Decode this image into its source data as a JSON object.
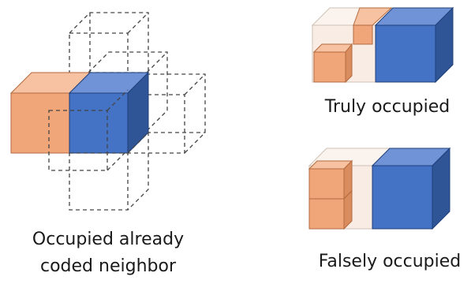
{
  "captions": {
    "left_line1": "Occupied already",
    "left_line2": "coded neighbor",
    "top_right": "Truly occupied",
    "bottom_right": "Falsely occupied"
  },
  "colors": {
    "orange_front": "#f1a67a",
    "orange_top": "#f6c2a1",
    "orange_side": "#d98d5f",
    "blue_front": "#4472c4",
    "blue_top": "#6f93d6",
    "blue_side": "#2f5597",
    "ghost_fill": "#f8ece4",
    "edge": "#555555",
    "dash": "#444444"
  }
}
